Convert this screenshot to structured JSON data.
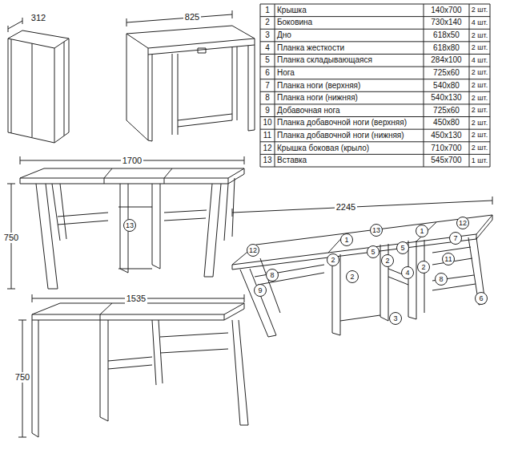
{
  "diagram": {
    "labels": [
      "312",
      "825",
      "1",
      "Крышка",
      "140х700",
      "2 шт.",
      "2",
      "Боковина",
      "730х140",
      "4 шт.",
      "3",
      "Дно",
      "618х50",
      "2 шт.",
      "4",
      "Планка жесткости",
      "618х80",
      "2 шт.",
      "5",
      "Планка складывающаяся",
      "284х100",
      "4 шт.",
      "6",
      "Нога",
      "725х60",
      "2 шт.",
      "7",
      "Планка ноги (верхняя)",
      "540х80",
      "2 шт.",
      "8",
      "Планка ноги (нижняя)",
      "540х130",
      "2 шт.",
      "9",
      "Добавочная нога",
      "725х60",
      "2 шт.",
      "10",
      "Планка добавочной ноги (верхняя)",
      "450х80",
      "2 шт.",
      "11",
      "Планка добавочной ноги (нижняя)",
      "450х130",
      "2 шт.",
      "12",
      "Крышка боковая (крыло)",
      "710х700",
      "2 шт.",
      "13",
      "Вставка",
      "545х700",
      "1 шт.",
      "1700",
      "750",
      "13",
      "2245",
      "12",
      "1",
      "13",
      "1",
      "12",
      "7",
      "2",
      "5",
      "5",
      "2",
      "11",
      "8",
      "2",
      "4",
      "2",
      "8",
      "9",
      "3",
      "6",
      "1535",
      "750"
    ]
  }
}
